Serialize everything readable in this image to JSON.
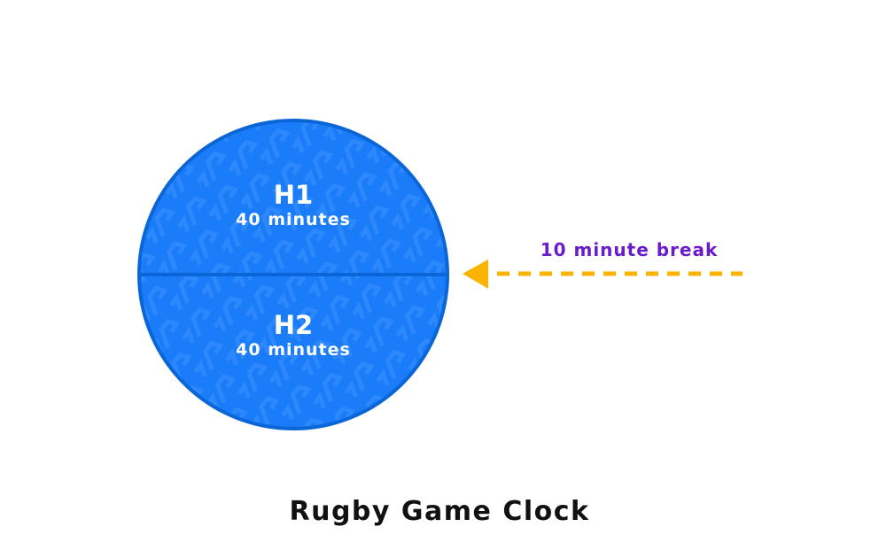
{
  "colors": {
    "circle_fill": "#1a7cf8",
    "circle_border": "#0a66d6",
    "arrow": "#fcb300",
    "break_text": "#6a1bcc",
    "title": "#111111"
  },
  "halves": [
    {
      "label": "H1",
      "duration": "40 minutes"
    },
    {
      "label": "H2",
      "duration": "40 minutes"
    }
  ],
  "break_label": "10 minute break",
  "title": "Rugby Game Clock"
}
